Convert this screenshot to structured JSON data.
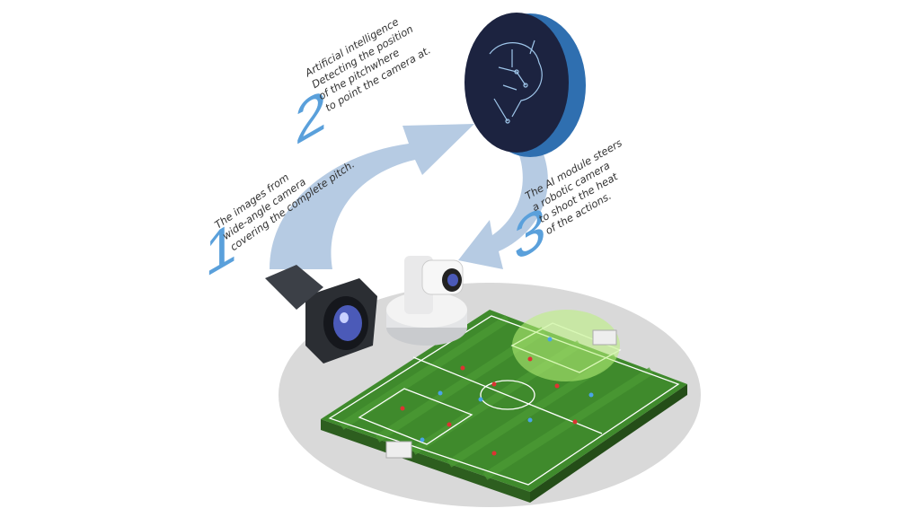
{
  "steps": [
    {
      "number": "1",
      "lines": [
        "The images from",
        "wide-angle camera",
        "covering the complete pitch."
      ]
    },
    {
      "number": "2",
      "lines": [
        "Artificial intelligence",
        "Detecting the position",
        "of the pitchwhere",
        "to point the camera at."
      ]
    },
    {
      "number": "3",
      "lines": [
        "The AI module steers",
        "a robotic camera",
        "to shoot the heat",
        "of the actions."
      ]
    }
  ],
  "colors": {
    "accent": "#5aa0db",
    "arrow": "#b6cbe3",
    "pitch": "#3f8a2c",
    "ai_disc": "#1c2340",
    "shadow": "#d9d9d9"
  }
}
